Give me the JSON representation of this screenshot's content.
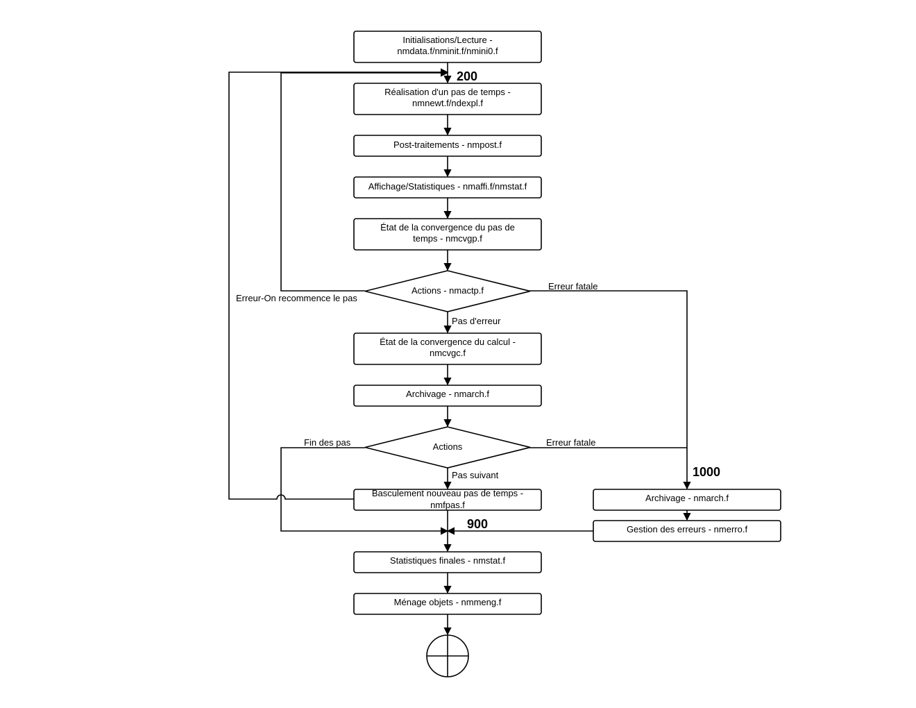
{
  "diagram": {
    "nodes": {
      "init": {
        "line1": "Initialisations/Lecture -",
        "line2": "nmdata.f/nminit.f/nmini0.f"
      },
      "step": {
        "line1": "Réalisation d'un pas de temps -",
        "line2": "nmnewt.f/ndexpl.f"
      },
      "post": {
        "line1": "Post-traitements - nmpost.f"
      },
      "affi": {
        "line1": "Affichage/Statistiques - nmaffi.f/nmstat.f"
      },
      "cvgp": {
        "line1": "État de la convergence du pas de",
        "line2": "temps - nmcvgp.f"
      },
      "actp": {
        "line1": "Actions - nmactp.f"
      },
      "cvgc": {
        "line1": "État de la convergence du calcul -",
        "line2": "nmcvgc.f"
      },
      "arch": {
        "line1": "Archivage - nmarch.f"
      },
      "actions": {
        "line1": "Actions"
      },
      "fpas": {
        "line1": "Basculement nouveau pas de temps -",
        "line2": "nmfpas.f"
      },
      "arch2": {
        "line1": "Archivage - nmarch.f"
      },
      "erro": {
        "line1": "Gestion des erreurs - nmerro.f"
      },
      "stat": {
        "line1": "Statistiques finales - nmstat.f"
      },
      "meng": {
        "line1": "Ménage objets - nmmeng.f"
      }
    },
    "edge_labels": {
      "retry": "Erreur-On recommence le pas",
      "fatal1": "Erreur fatale",
      "no_error": "Pas d'erreur",
      "end_steps": "Fin des pas",
      "fatal2": "Erreur fatale",
      "next_step": "Pas suivant"
    },
    "labels": {
      "l200": "200",
      "l900": "900",
      "l1000": "1000"
    },
    "end_symbol": "end-terminator-icon"
  }
}
